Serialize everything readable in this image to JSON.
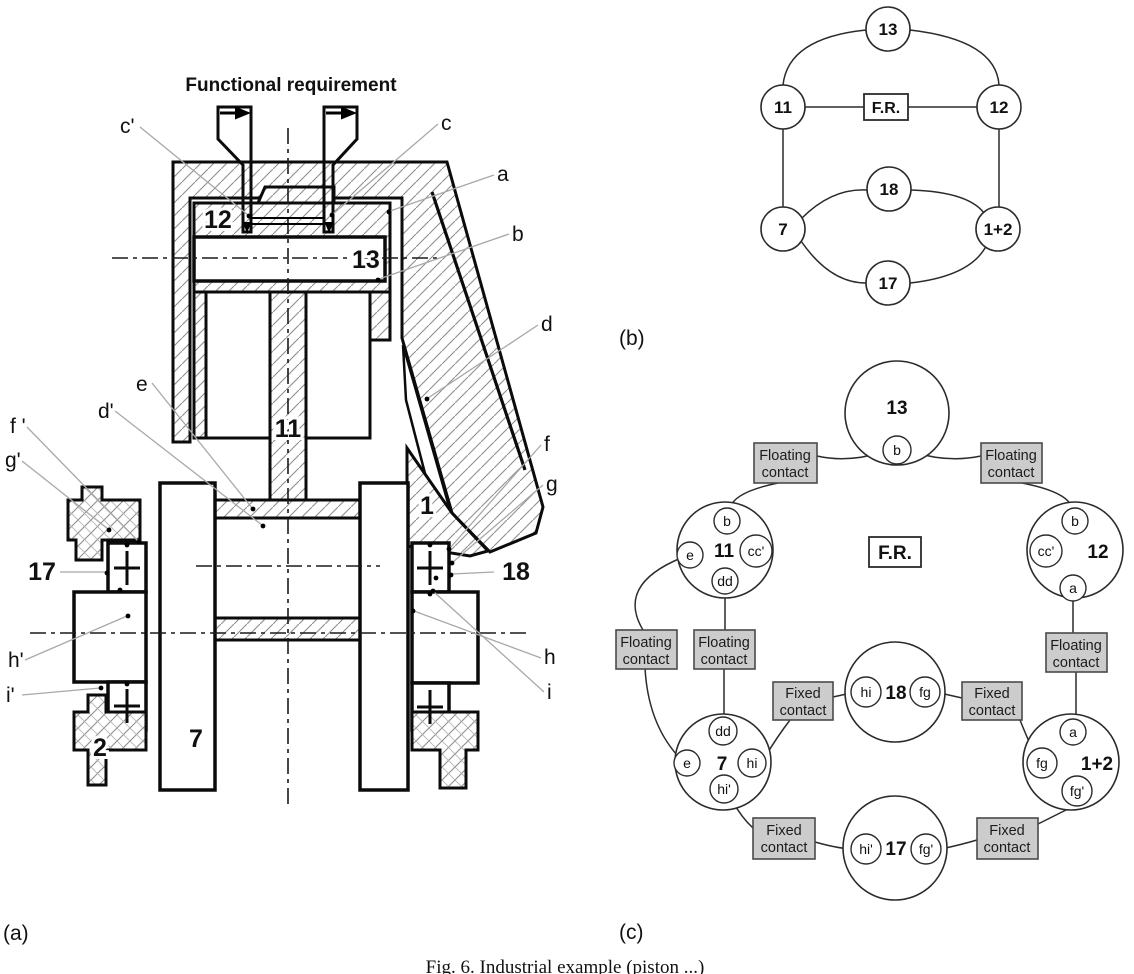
{
  "figure": {
    "panel_a_tag": "(a)",
    "panel_b_tag": "(b)",
    "panel_c_tag": "(c)",
    "caption": "Fig. 6. Industrial example (piston ...)"
  },
  "panel_a": {
    "title": "Functional requirement",
    "parts": {
      "p1": "1",
      "p2": "2",
      "p7": "7",
      "p11": "11",
      "p12": "12",
      "p13": "13",
      "p17": "17",
      "p18": "18"
    },
    "points": {
      "a": "a",
      "b": "b",
      "c": "c",
      "cp": "c'",
      "d": "d",
      "dp": "d'",
      "e": "e",
      "f": "f",
      "fp": "f '",
      "g": "g",
      "gp": "g'",
      "h": "h",
      "hp": "h'",
      "i": "i",
      "ip": "i'"
    }
  },
  "panel_b": {
    "fr": "F.R.",
    "nodes": {
      "n13": "13",
      "n11": "11",
      "n12": "12",
      "n18": "18",
      "n7": "7",
      "n12p": "1+2",
      "n17": "17"
    }
  },
  "panel_c": {
    "fr": "F.R.",
    "contact_floating": [
      "Floating",
      "contact"
    ],
    "contact_fixed": [
      "Fixed",
      "contact"
    ],
    "nodes": {
      "n13": "13",
      "n11": "11",
      "n12": "12",
      "n18": "18",
      "n7": "7",
      "n12p": "1+2",
      "n17": "17"
    },
    "ports": {
      "b": "b",
      "e": "e",
      "ccp": "cc'",
      "dd": "dd",
      "a": "a",
      "hi": "hi",
      "fg": "fg",
      "hip": "hi'",
      "fgp": "fg'"
    }
  }
}
